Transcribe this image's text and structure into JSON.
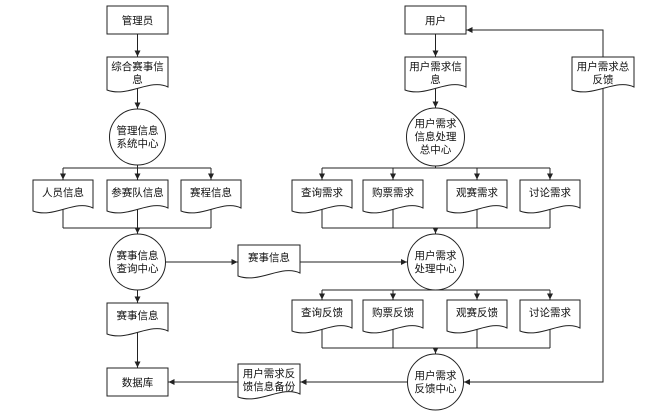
{
  "admin": {
    "lines": [
      "管理员"
    ]
  },
  "comprehensive_event_info": {
    "lines": [
      "综合赛事信",
      "息"
    ]
  },
  "management_center": {
    "lines": [
      "管理信息",
      "系统中心"
    ]
  },
  "personnel_info": {
    "lines": [
      "人员信息"
    ]
  },
  "team_info": {
    "lines": [
      "参赛队信息"
    ]
  },
  "schedule_info": {
    "lines": [
      "赛程信息"
    ]
  },
  "event_query_center": {
    "lines": [
      "赛事信息",
      "查询中心"
    ]
  },
  "event_info_transfer": {
    "lines": [
      "赛事信息"
    ]
  },
  "event_info_output": {
    "lines": [
      "赛事信息"
    ]
  },
  "database": {
    "lines": [
      "数据库"
    ]
  },
  "feedback_backup": {
    "lines": [
      "用户需求反",
      "馈信息备份"
    ]
  },
  "user": {
    "lines": [
      "用户"
    ]
  },
  "user_demand_info": {
    "lines": [
      "用户需求信",
      "息"
    ]
  },
  "demand_master_center": {
    "lines": [
      "用户需求",
      "信息处理",
      "总中心"
    ]
  },
  "demands": [
    {
      "label": "查询需求"
    },
    {
      "label": "购票需求"
    },
    {
      "label": "观赛需求"
    },
    {
      "label": "讨论需求"
    }
  ],
  "demand_processing_center": {
    "lines": [
      "用户需求",
      "处理中心"
    ]
  },
  "feedbacks": [
    {
      "label": "查询反馈"
    },
    {
      "label": "购票反馈"
    },
    {
      "label": "观赛反馈"
    },
    {
      "label": "讨论需求"
    }
  ],
  "feedback_center": {
    "lines": [
      "用户需求",
      "反馈中心"
    ]
  },
  "total_feedback": {
    "lines": [
      "用户需求总",
      "反馈"
    ]
  }
}
